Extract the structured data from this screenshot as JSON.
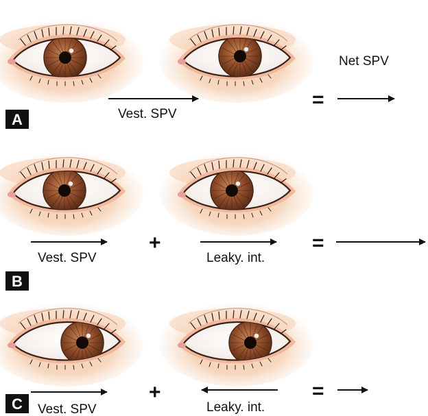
{
  "panels": {
    "a": {
      "letter": "A",
      "vest_label": "Vest. SPV",
      "equals": "=",
      "net_label": "Net SPV"
    },
    "b": {
      "letter": "B",
      "vest_label": "Vest. SPV",
      "plus": "+",
      "leaky_label": "Leaky. int.",
      "equals": "="
    },
    "c": {
      "letter": "C",
      "vest_label": "Vest. SPV",
      "plus": "+",
      "leaky_label": "Leaky. int.",
      "equals": "="
    }
  },
  "colors": {
    "iris": "#8a4a28",
    "skin": "#f0c4a2",
    "panel_badge": "#111111"
  }
}
